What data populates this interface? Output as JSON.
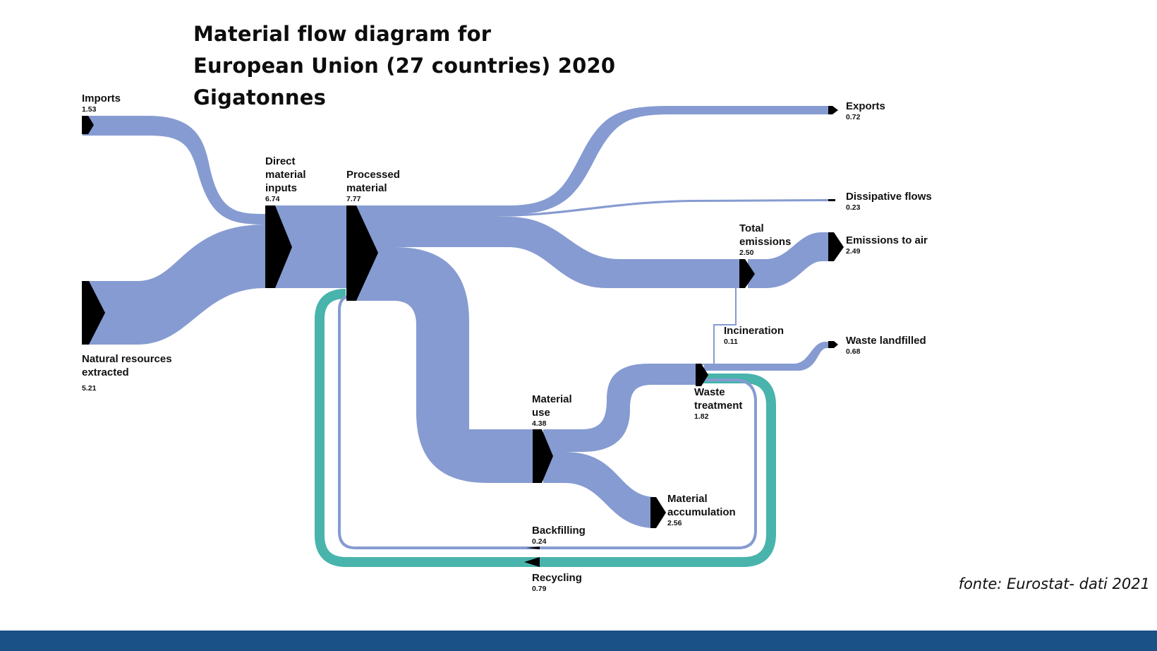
{
  "title": {
    "line1": "Material flow diagram for",
    "line2": "European Union (27 countries) 2020",
    "line3": "Gigatonnes"
  },
  "source_note": "fonte: Eurostat- dati 2021",
  "colors": {
    "flow": "#869bd1",
    "recycling_flow": "#48b4ac",
    "node": "#000000",
    "footer": "#1a5288"
  },
  "nodes": {
    "imports": {
      "name": "Imports",
      "value": "1.53"
    },
    "natural_resources": {
      "name": "Natural resources extracted",
      "value": "5.21"
    },
    "direct_material_inputs": {
      "name": "Direct material inputs",
      "value": "6.74"
    },
    "processed_material": {
      "name": "Processed material",
      "value": "7.77"
    },
    "exports": {
      "name": "Exports",
      "value": "0.72"
    },
    "dissipative_flows": {
      "name": "Dissipative flows",
      "value": "0.23"
    },
    "total_emissions": {
      "name": "Total emissions",
      "value": "2.50"
    },
    "emissions_to_air": {
      "name": "Emissions to air",
      "value": "2.49"
    },
    "incineration": {
      "name": "Incineration",
      "value": "0.11"
    },
    "waste_landfilled": {
      "name": "Waste landfilled",
      "value": "0.68"
    },
    "waste_treatment": {
      "name": "Waste treatment",
      "value": "1.82"
    },
    "material_use": {
      "name": "Material use",
      "value": "4.38"
    },
    "material_accumulation": {
      "name": "Material accumulation",
      "value": "2.56"
    },
    "backfilling": {
      "name": "Backfilling",
      "value": "0.24"
    },
    "recycling": {
      "name": "Recycling",
      "value": "0.79"
    }
  }
}
